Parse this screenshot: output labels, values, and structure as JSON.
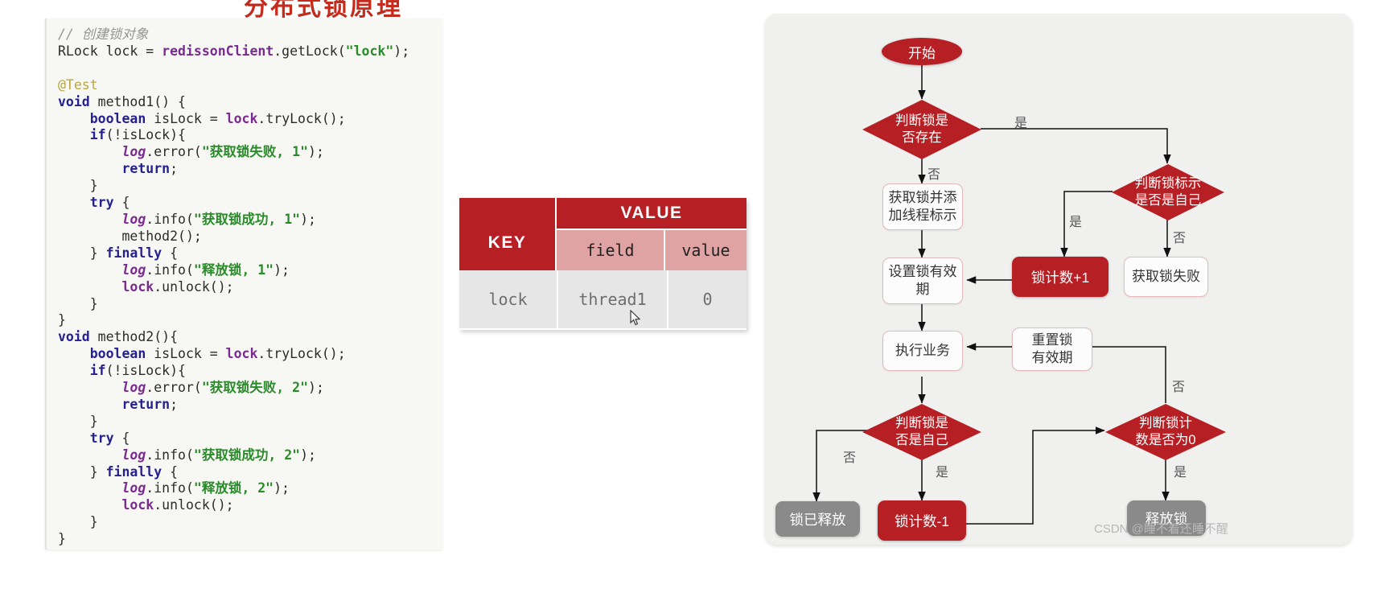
{
  "page": {
    "top_title_partial": "分布式锁原理",
    "watermark": "CSDN @睡不着还睡不醒"
  },
  "code_panel": {
    "language": "java",
    "lines": [
      {
        "t": "comment",
        "text": "// 创建锁对象"
      },
      {
        "t": "code",
        "text": "RLock lock = redissonClient.getLock(\"lock\");"
      },
      {
        "t": "blank",
        "text": ""
      },
      {
        "t": "anno",
        "text": "@Test"
      },
      {
        "t": "code",
        "text": "void method1() {"
      },
      {
        "t": "code",
        "text": "    boolean isLock = lock.tryLock();"
      },
      {
        "t": "code",
        "text": "    if(!isLock){"
      },
      {
        "t": "code",
        "text": "        log.error(\"获取锁失败, 1\");"
      },
      {
        "t": "code",
        "text": "        return;"
      },
      {
        "t": "code",
        "text": "    }"
      },
      {
        "t": "code",
        "text": "    try {"
      },
      {
        "t": "code",
        "text": "        log.info(\"获取锁成功, 1\");"
      },
      {
        "t": "code",
        "text": "        method2();"
      },
      {
        "t": "code",
        "text": "    } finally {"
      },
      {
        "t": "code",
        "text": "        log.info(\"释放锁, 1\");"
      },
      {
        "t": "code",
        "text": "        lock.unlock();"
      },
      {
        "t": "code",
        "text": "    }"
      },
      {
        "t": "code",
        "text": "}"
      },
      {
        "t": "code",
        "text": "void method2(){"
      },
      {
        "t": "code",
        "text": "    boolean isLock = lock.tryLock();"
      },
      {
        "t": "code",
        "text": "    if(!isLock){"
      },
      {
        "t": "code",
        "text": "        log.error(\"获取锁失败, 2\");"
      },
      {
        "t": "code",
        "text": "        return;"
      },
      {
        "t": "code",
        "text": "    }"
      },
      {
        "t": "code",
        "text": "    try {"
      },
      {
        "t": "code",
        "text": "        log.info(\"获取锁成功, 2\");"
      },
      {
        "t": "code",
        "text": "    } finally {"
      },
      {
        "t": "code",
        "text": "        log.info(\"释放锁, 2\");"
      },
      {
        "t": "code",
        "text": "        lock.unlock();"
      },
      {
        "t": "code",
        "text": "    }"
      },
      {
        "t": "code",
        "text": "}"
      }
    ]
  },
  "redis_table": {
    "key_header": "KEY",
    "value_header": "VALUE",
    "sub_headers": [
      "field",
      "value"
    ],
    "rows": [
      {
        "key": "lock",
        "field": "thread1",
        "value": "0"
      }
    ]
  },
  "flowchart": {
    "nodes": [
      {
        "id": "start",
        "label": "开始",
        "shape": "ellipse",
        "style": "red"
      },
      {
        "id": "lock_exists",
        "label": "判断锁是\n否存在",
        "shape": "diamond",
        "style": "red"
      },
      {
        "id": "acquire",
        "label": "获取锁并添\n加线程标示",
        "shape": "process",
        "style": "white"
      },
      {
        "id": "set_ttl",
        "label": "设置锁有效\n期",
        "shape": "process",
        "style": "white"
      },
      {
        "id": "is_self_top",
        "label": "判断锁标示\n是否是自己",
        "shape": "diamond",
        "style": "red"
      },
      {
        "id": "count_plus",
        "label": "锁计数+1",
        "shape": "rect",
        "style": "red"
      },
      {
        "id": "acquire_fail",
        "label": "获取锁失败",
        "shape": "process",
        "style": "white"
      },
      {
        "id": "do_business",
        "label": "执行业务",
        "shape": "process",
        "style": "white"
      },
      {
        "id": "reset_ttl",
        "label": "重置锁\n有效期",
        "shape": "process",
        "style": "white"
      },
      {
        "id": "is_self_bot",
        "label": "判断锁是\n否是自己",
        "shape": "diamond",
        "style": "red"
      },
      {
        "id": "count_zero",
        "label": "判断锁计\n数是否为0",
        "shape": "diamond",
        "style": "red"
      },
      {
        "id": "released",
        "label": "锁已释放",
        "shape": "rect",
        "style": "gray"
      },
      {
        "id": "count_minus",
        "label": "锁计数-1",
        "shape": "rect",
        "style": "red"
      },
      {
        "id": "release_lock",
        "label": "释放锁",
        "shape": "rect",
        "style": "gray"
      }
    ],
    "edge_labels": {
      "exists_yes": "是",
      "exists_no": "否",
      "self_top_yes": "是",
      "self_top_no": "否",
      "self_bot_yes": "是",
      "self_bot_no": "否",
      "zero_yes": "是",
      "zero_no": "否"
    }
  },
  "colors": {
    "red": "#b62025",
    "gray": "#8a8a8a",
    "panel_bg": "#f0f0ef",
    "code_bg": "#f7f8f3",
    "string_green": "#2a8b2a",
    "keyword_blue": "#251f92",
    "field_purple": "#7a2b8f"
  }
}
